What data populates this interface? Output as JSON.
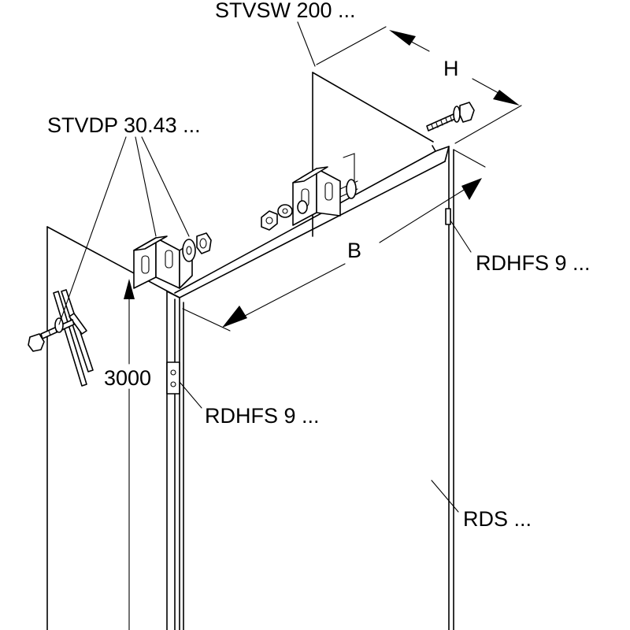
{
  "labels": {
    "cover": "STVSW 200 ...",
    "bracket": "STVDP 30.43 ...",
    "width": "B",
    "depth": "H",
    "height": "3000",
    "connector_right": "RDHFS 9 ...",
    "connector_front": "RDHFS 9 ...",
    "side_panel": "RDS ..."
  },
  "colors": {
    "line": "#000000",
    "background": "#ffffff"
  }
}
